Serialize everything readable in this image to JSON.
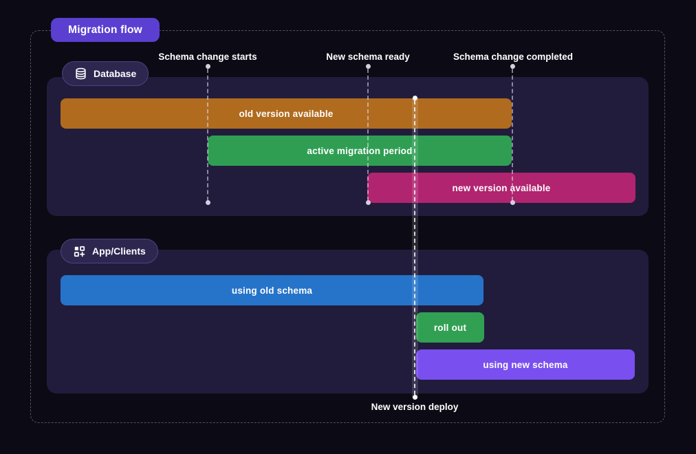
{
  "title": "Migration flow",
  "colors": {
    "page_background": "#0c0a14",
    "panel_background": "#211c3c",
    "frame_dash": "#56526b",
    "title_badge": "#5a3fd0",
    "section_badge": "#2d2750",
    "bar_old_version": "#b06b1e",
    "bar_active_migration": "#2f9e53",
    "bar_new_version": "#b12470",
    "bar_using_old": "#2674c9",
    "bar_roll_out": "#31a053",
    "bar_using_new": "#7a4ff0",
    "milestone_dot": "#d2cfdf"
  },
  "database": {
    "label": "Database",
    "icon": "database-icon",
    "bars": [
      {
        "label": "old version available",
        "color": "#b06b1e"
      },
      {
        "label": "active migration period",
        "color": "#2f9e53"
      },
      {
        "label": "new version available",
        "color": "#b12470"
      }
    ]
  },
  "app": {
    "label": "App/Clients",
    "icon": "apps-add-icon",
    "bars": [
      {
        "label": "using old schema",
        "color": "#2674c9"
      },
      {
        "label": "roll out",
        "color": "#31a053"
      },
      {
        "label": "using new schema",
        "color": "#7a4ff0"
      }
    ]
  },
  "milestones": {
    "top": [
      {
        "label": "Schema change starts"
      },
      {
        "label": "New schema ready"
      },
      {
        "label": "Schema change completed"
      }
    ],
    "bottom": {
      "label": "New version deploy"
    }
  }
}
